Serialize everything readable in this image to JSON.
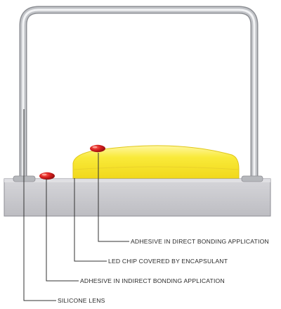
{
  "diagram": {
    "colors": {
      "substrate": "#c8c8cc",
      "substrate_edge": "#8e8e94",
      "lens_tube": "#a4a6aa",
      "lens_highlight": "#f2f3f5",
      "encapsulant": "#f7e52a",
      "encapsulant_edge": "#e0c71a",
      "adhesive": "#d81f1f",
      "leader_line": "#333333"
    },
    "labels": {
      "direct_bonding": "ADHESIVE IN DIRECT BONDING APPLICATION",
      "led_chip": "LED CHIP COVERED BY ENCAPSULANT",
      "indirect_bonding": "ADHESIVE IN INDIRECT BONDING APPLICATION",
      "silicone_lens": "SILICONE LENS"
    }
  }
}
